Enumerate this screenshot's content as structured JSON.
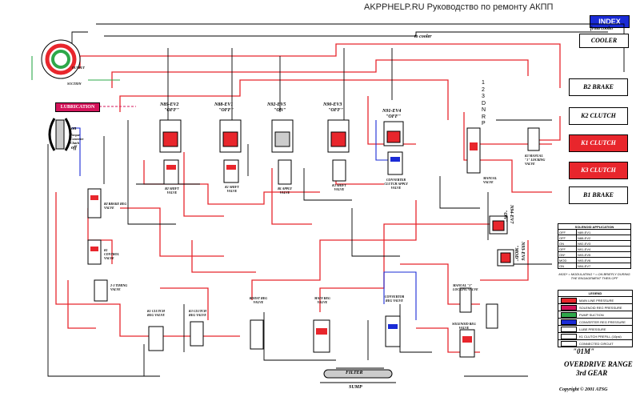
{
  "header": {
    "site": "AKPPHELP.RU Руководство по ремонту АКПП",
    "index_label": "INDEX"
  },
  "cooler": {
    "from_label": "from cooler",
    "box_label": "COOLER",
    "to_label": "to cooler"
  },
  "components": {
    "b2_brake": "B2 BRAKE",
    "k2_clutch": "K2 CLUTCH",
    "k1_clutch": "K1 CLUTCH",
    "k3_clutch": "K3 CLUTCH",
    "b1_brake": "B1 BRAKE",
    "lubrication": "LUBRICATION",
    "filter": "FILTER",
    "sump": "SUMP",
    "suction": "SUCTION",
    "output": "OUTPUT",
    "torque_converter": "Torque Converter Clutch",
    "tcc_on": "on",
    "tcc_off": "off"
  },
  "solenoids": [
    {
      "name": "N89-EV2",
      "state": "\"OFF\""
    },
    {
      "name": "N88-EV1",
      "state": "\"OFF\""
    },
    {
      "name": "N92-EV5",
      "state": "\"ON\""
    },
    {
      "name": "N90-EV3",
      "state": "\"OFF\""
    },
    {
      "name": "N91-EV4",
      "state": "\"OFF\""
    },
    {
      "name": "N94-EV7",
      "state": "\"ON\""
    },
    {
      "name": "N93-EV6",
      "state": "\"MOD\""
    }
  ],
  "valves": {
    "b2_shift": "B2 SHIFT VALVE",
    "k1_shift": "K1 SHIFT VALVE",
    "b1_apply": "B1 APPLY VALVE",
    "k3_shift": "K3 SHIFT VALVE",
    "converter_clutch_apply": "CONVERTER CLUTCH APPLY VALVE",
    "manual": "MANUAL VALVE",
    "k3_manual": "K3 MANUAL \"1\" LOCKING VALVE",
    "b2_brake_reg": "B2 BRAKE REG VALVE",
    "k1_control": "K1 CONTROL VALVE",
    "timing": "2-3 TIMING VALVE",
    "k1_clutch_reg": "K1 CLUTCH REG VALVE",
    "k3_clutch_reg": "K3 CLUTCH REG VALVE",
    "boost_reg": "BOOST REG VALVE",
    "main_reg": "MAIN REG VALVE",
    "converter_reg": "CONVERTOR REG VALVE",
    "manual_locking": "MANUAL \"1\" LOCKING VALVE",
    "solenoid_reg": "SOLENOID REG VALVE"
  },
  "gear_positions": [
    "1",
    "2",
    "3",
    "D",
    "N",
    "R",
    "P"
  ],
  "solenoid_table": {
    "title": "SOLENOID APPLICATION",
    "rows": [
      {
        "state": "OFF",
        "name": "N89-EV1"
      },
      {
        "state": "OFF",
        "name": "N88-EV2"
      },
      {
        "state": "ON",
        "name": "N92-EV3"
      },
      {
        "state": "OFF",
        "name": "N91-EV4"
      },
      {
        "state": "ON*",
        "name": "N93-EV5"
      },
      {
        "state": "MOD",
        "name": "N93-EV6"
      },
      {
        "state": "ON",
        "name": "N94-EV7"
      }
    ],
    "note": "MOD* = MODULATING * = ON BRIEFLY DURING THE ENGAGEMENT THEN OFF"
  },
  "legend": {
    "title": "LEGEND",
    "items": [
      {
        "label": "MAIN LINE PRESSURE",
        "color": "#e8262c"
      },
      {
        "label": "SOLENOID REG PRESSURE",
        "color": "#d4145a"
      },
      {
        "label": "PUMP SUCTION",
        "color": "#2ea84a"
      },
      {
        "label": "CONVERTER REG PRESSURE",
        "color": "#1a2bd6"
      },
      {
        "label": "LUBE PRESSURE",
        "color": "#ffffff"
      },
      {
        "label": "K1 CLUTCH PREFILL (10psi)",
        "color": "#ffffff"
      },
      {
        "label": "CONNECTED CIRCUIT",
        "color": "#ffffff"
      }
    ]
  },
  "footer": {
    "model": "\"01M\"",
    "range": "OVERDRIVE RANGE",
    "gear": "3rd GEAR",
    "copyright": "Copyright © 2001 ATSG"
  },
  "colors": {
    "main_line": "#e8262c",
    "converter": "#1a2bd6",
    "suction": "#2ea84a",
    "solenoid": "#d4145a",
    "exhaust": "#000000"
  }
}
